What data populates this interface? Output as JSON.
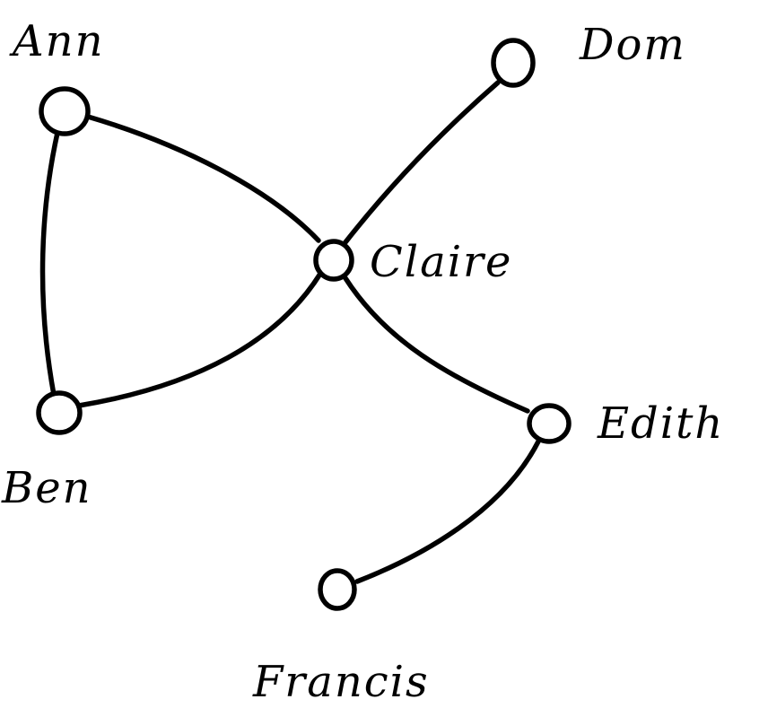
{
  "graph": {
    "nodes": [
      {
        "id": "ann",
        "label": "Ann"
      },
      {
        "id": "ben",
        "label": "Ben"
      },
      {
        "id": "claire",
        "label": "Claire"
      },
      {
        "id": "dom",
        "label": "Dom"
      },
      {
        "id": "edith",
        "label": "Edith"
      },
      {
        "id": "francis",
        "label": "Francis"
      }
    ],
    "edges": [
      {
        "from": "ann",
        "to": "ben"
      },
      {
        "from": "ann",
        "to": "claire"
      },
      {
        "from": "ben",
        "to": "claire"
      },
      {
        "from": "claire",
        "to": "dom"
      },
      {
        "from": "claire",
        "to": "edith"
      },
      {
        "from": "edith",
        "to": "francis"
      }
    ],
    "stroke_color": "#000000",
    "background_color": "#ffffff"
  }
}
